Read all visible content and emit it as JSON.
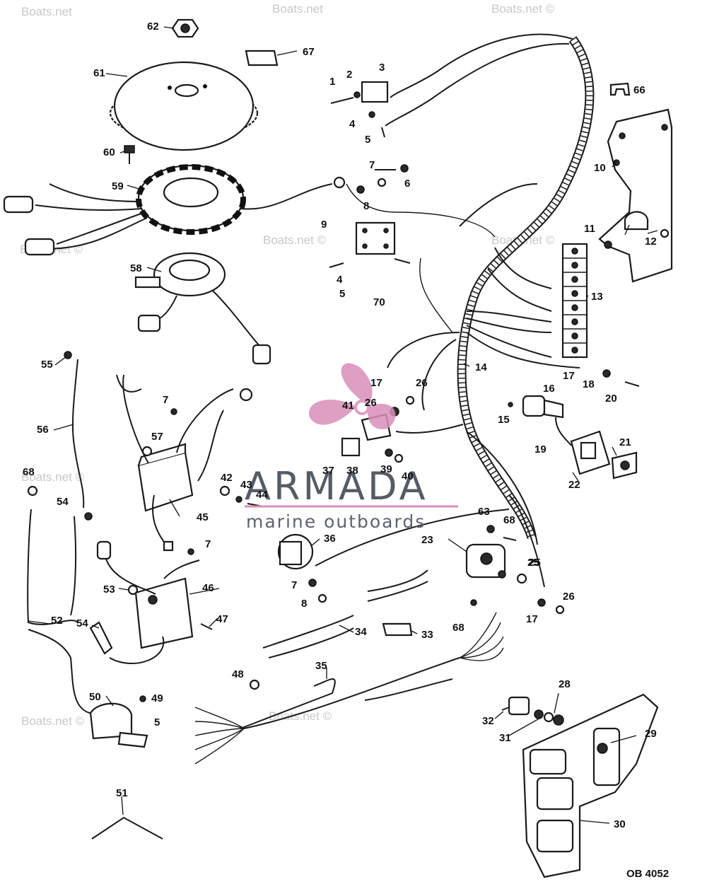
{
  "watermarks": [
    "Boats.net",
    "Boats.net",
    "Boats.net ©",
    "Boats.net ©",
    "Boats.net ©",
    "Boats.net ©",
    "Boats.net ©",
    "Boats.net ©",
    "Boats.net ©"
  ],
  "logo": {
    "name": "ARMADA",
    "tagline": "marine outboards",
    "accent_color": "#d98fb8",
    "text_color": "#555c66"
  },
  "figure_code": "OB 4052",
  "callouts": [
    "1",
    "2",
    "3",
    "4",
    "5",
    "6",
    "7",
    "8",
    "9",
    "10",
    "11",
    "12",
    "13",
    "14",
    "15",
    "16",
    "17",
    "18",
    "19",
    "20",
    "21",
    "22",
    "23",
    "25",
    "26",
    "28",
    "29",
    "30",
    "31",
    "32",
    "33",
    "34",
    "35",
    "36",
    "37",
    "38",
    "39",
    "40",
    "41",
    "42",
    "43",
    "44",
    "45",
    "46",
    "47",
    "48",
    "49",
    "50",
    "51",
    "52",
    "53",
    "54",
    "55",
    "56",
    "57",
    "58",
    "59",
    "60",
    "61",
    "62",
    "63",
    "66",
    "67",
    "68",
    "70"
  ]
}
